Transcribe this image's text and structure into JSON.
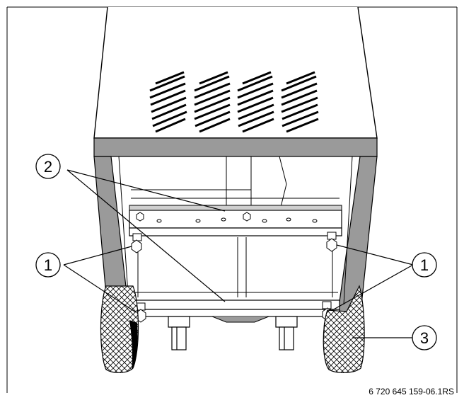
{
  "callouts": {
    "label_1_left": "1",
    "label_1_right": "1",
    "label_2": "2",
    "label_3": "3"
  },
  "figure_code": "6 720 645 159-06.1RS",
  "colors": {
    "frame": "#9a9a9a",
    "stroke": "#000000",
    "background": "#ffffff"
  }
}
